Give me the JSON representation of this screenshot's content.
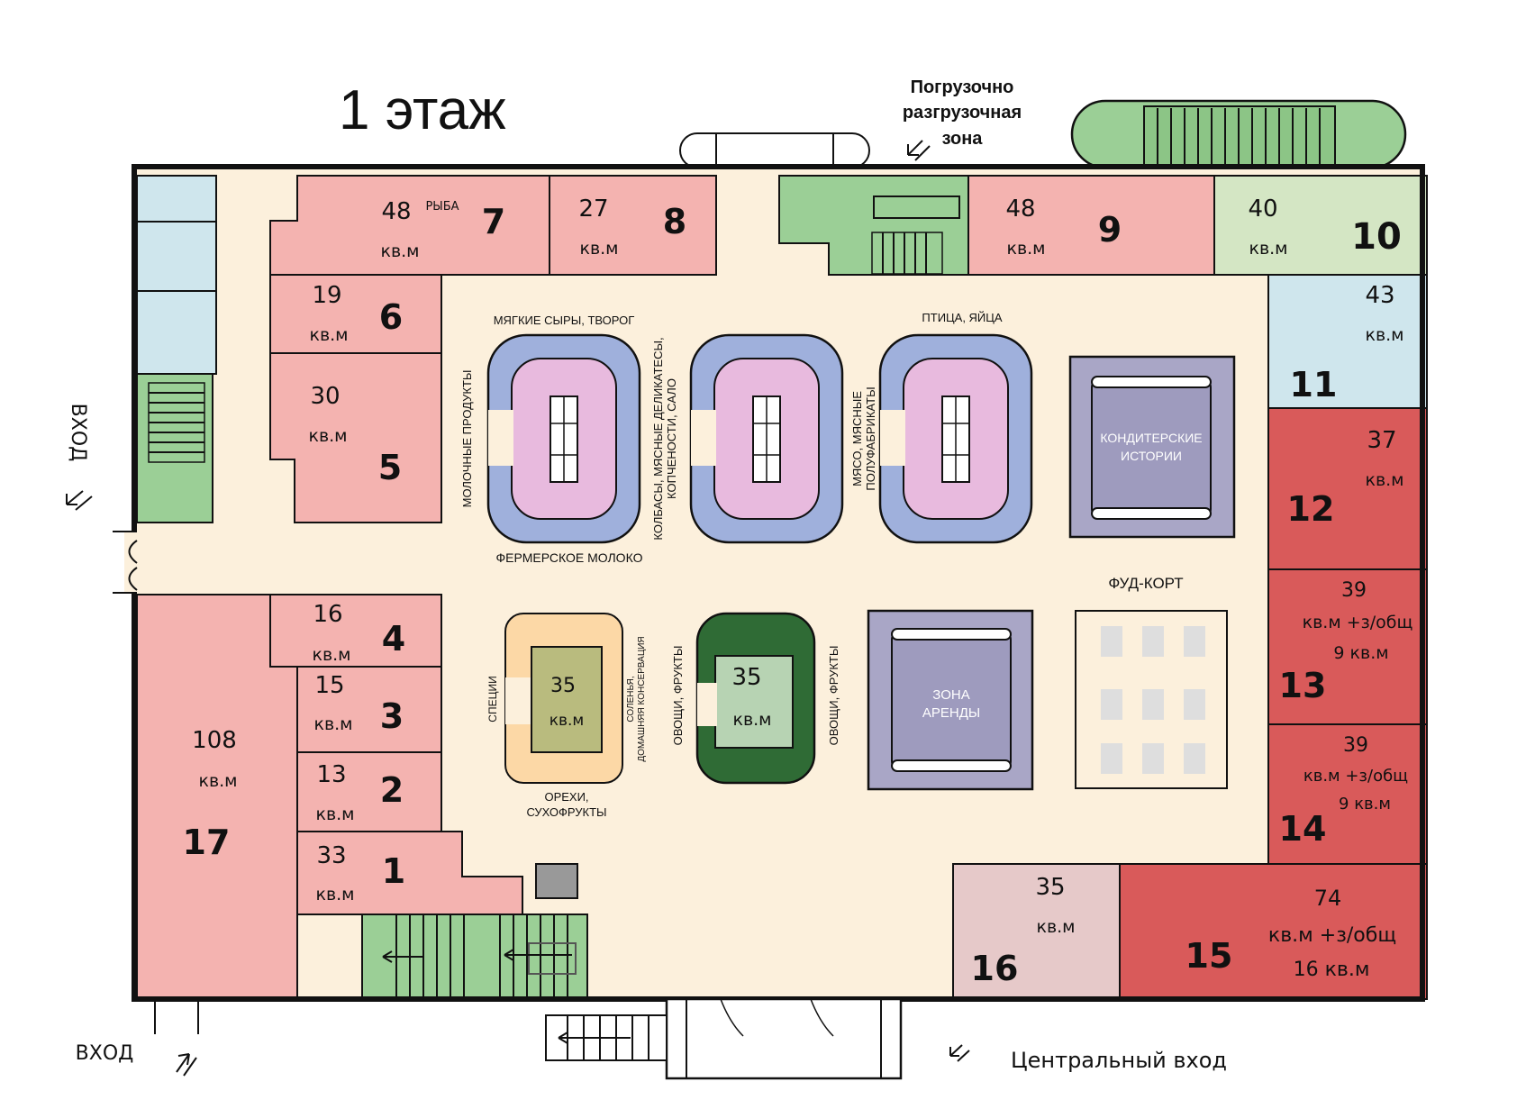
{
  "floor_title": "1 этаж",
  "loading_zone": [
    "Погрузочно",
    "разгрузочная",
    "зона"
  ],
  "entrances": {
    "left": "ВХОД",
    "bottom_left": "ВХОД",
    "central": "Центральный вход"
  },
  "units": {
    "u1": {
      "number": "1",
      "area": "33",
      "unit": "кв.м"
    },
    "u2": {
      "number": "2",
      "area": "13",
      "unit": "кв.м"
    },
    "u3": {
      "number": "3",
      "area": "15",
      "unit": "кв.м"
    },
    "u4": {
      "number": "4",
      "area": "16",
      "unit": "кв.м"
    },
    "u5": {
      "number": "5",
      "area": "30",
      "unit": "кв.м"
    },
    "u6": {
      "number": "6",
      "area": "19",
      "unit": "кв.м"
    },
    "u7": {
      "number": "7",
      "area": "48",
      "unit": "кв.м",
      "note": "РЫБА"
    },
    "u8": {
      "number": "8",
      "area": "27",
      "unit": "кв.м"
    },
    "u9": {
      "number": "9",
      "area": "48",
      "unit": "кв.м"
    },
    "u10": {
      "number": "10",
      "area": "40",
      "unit": "кв.м"
    },
    "u11": {
      "number": "11",
      "area": "43",
      "unit": "кв.м"
    },
    "u12": {
      "number": "12",
      "area": "37",
      "unit": "кв.м"
    },
    "u13": {
      "number": "13",
      "area": "39",
      "unit": "кв.м +з/общ",
      "extra": "9 кв.м"
    },
    "u14": {
      "number": "14",
      "area": "39",
      "unit": "кв.м +з/общ",
      "extra": "9 кв.м"
    },
    "u15": {
      "number": "15",
      "area": "74",
      "unit": "кв.м +з/общ",
      "extra": "16 кв.м"
    },
    "u16": {
      "number": "16",
      "area": "35",
      "unit": "кв.м"
    },
    "u17": {
      "number": "17",
      "area": "108",
      "unit": "кв.м"
    }
  },
  "islands": {
    "green_left": {
      "area": "35",
      "unit": "кв.м"
    },
    "green_right": {
      "area": "35",
      "unit": "кв.м"
    }
  },
  "labels": {
    "soft_cheese": "МЯГКИЕ СЫРЫ, ТВОРОГ",
    "poultry": "ПТИЦА, ЯЙЦА",
    "dairy": "МОЛОЧНЫЕ ПРОДУКТЫ",
    "sausages": [
      "КОЛБАСЫ, МЯСНЫЕ ДЕЛИКАТЕСЫ,",
      "КОПЧЕНОСТИ, САЛО"
    ],
    "meat": [
      "МЯСО, МЯСНЫЕ",
      "ПОЛУФАБРИКАТЫ"
    ],
    "farm_milk": "ФЕРМЕРСКОЕ МОЛОКО",
    "confectionery": [
      "КОНДИТЕРСКИЕ",
      "ИСТОРИИ"
    ],
    "food_court": "ФУД-КОРТ",
    "rental_zone": [
      "ЗОНА",
      "АРЕНДЫ"
    ],
    "spices": "СПЕЦИИ",
    "pickles": [
      "СОЛЕНЬЯ,",
      "ДОМАШНЯЯ КОНСЕРВАЦИЯ"
    ],
    "nuts": [
      "ОРЕХИ,",
      "СУХОФРУКТЫ"
    ],
    "veg_left": "ОВОЩИ, ФРУКТЫ",
    "veg_right": "ОВОЩИ, ФРУКТЫ"
  },
  "colors": {
    "pink": "#f4b3b0",
    "red": "#d95a5a",
    "green": "#9bcf96",
    "light_green": "#d4e6c4",
    "blue": "#cfe6ed",
    "cream": "#fcf0dc",
    "lilac": "#a9a6c6",
    "stall_blue": "#9fb0dc",
    "stall_pink": "#e8bade",
    "dark_green": "#2f6b35",
    "olive": "#b9bb7e",
    "orange": "#fcd8a6",
    "light_pink": "#e6c9c9"
  }
}
